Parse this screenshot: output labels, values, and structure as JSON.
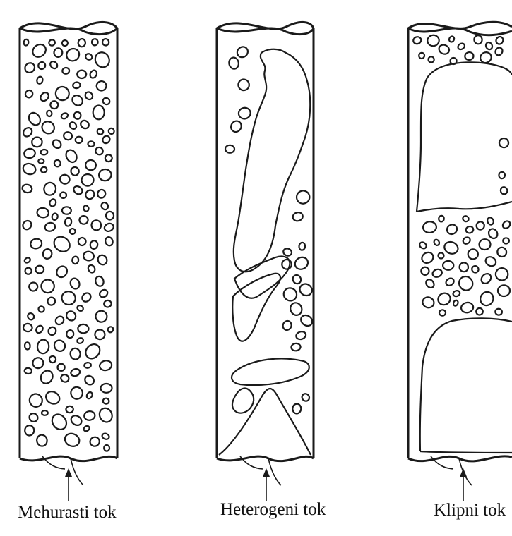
{
  "figure": {
    "panels": [
      {
        "id": "bubbly",
        "label": "Mehurasti tok"
      },
      {
        "id": "churn",
        "label": "Heterogeni tok"
      },
      {
        "id": "slug",
        "label": "Klipni tok"
      }
    ]
  }
}
